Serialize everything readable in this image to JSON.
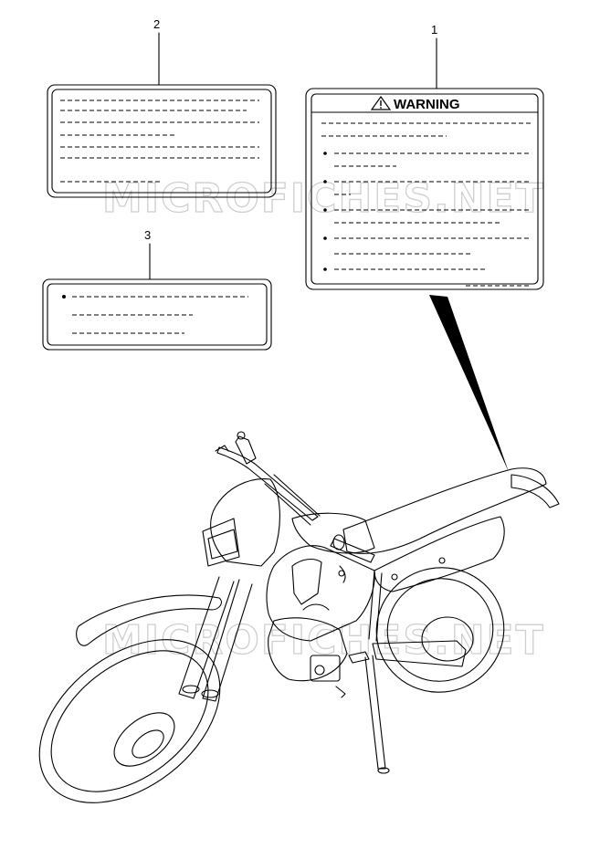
{
  "callouts": [
    {
      "number": "1"
    },
    {
      "number": "2"
    },
    {
      "number": "3"
    }
  ],
  "warning_label": {
    "title": "WARNING",
    "icon": "warning-triangle-icon"
  },
  "watermark": {
    "text": "MICROFICHES.NET"
  },
  "colors": {
    "line": "#000000",
    "watermark": "#cfcfcf",
    "background": "#ffffff"
  }
}
